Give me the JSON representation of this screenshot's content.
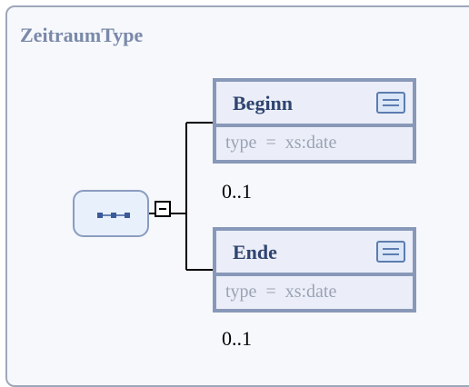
{
  "complex_type": {
    "name": "ZeitraumType"
  },
  "compositor": {
    "kind": "sequence",
    "icon": "sequence-icon",
    "toggle_icon": "collapse-minus-icon"
  },
  "elements": [
    {
      "name": "Beginn",
      "attr_label": "type",
      "attr_equals": "=",
      "attr_value": "xs:date",
      "occurrence": "0..1",
      "icon": "documentation-icon"
    },
    {
      "name": "Ende",
      "attr_label": "type",
      "attr_equals": "=",
      "attr_value": "xs:date",
      "occurrence": "0..1",
      "icon": "documentation-icon"
    }
  ],
  "colors": {
    "frame_border": "#9ea7ba",
    "frame_fill": "#f6f8fc",
    "title": "#7a89a9",
    "element_border": "#8898b8",
    "element_fill": "#ebeef8",
    "element_name": "#2f4470",
    "attr_text": "#9aa3b5"
  }
}
